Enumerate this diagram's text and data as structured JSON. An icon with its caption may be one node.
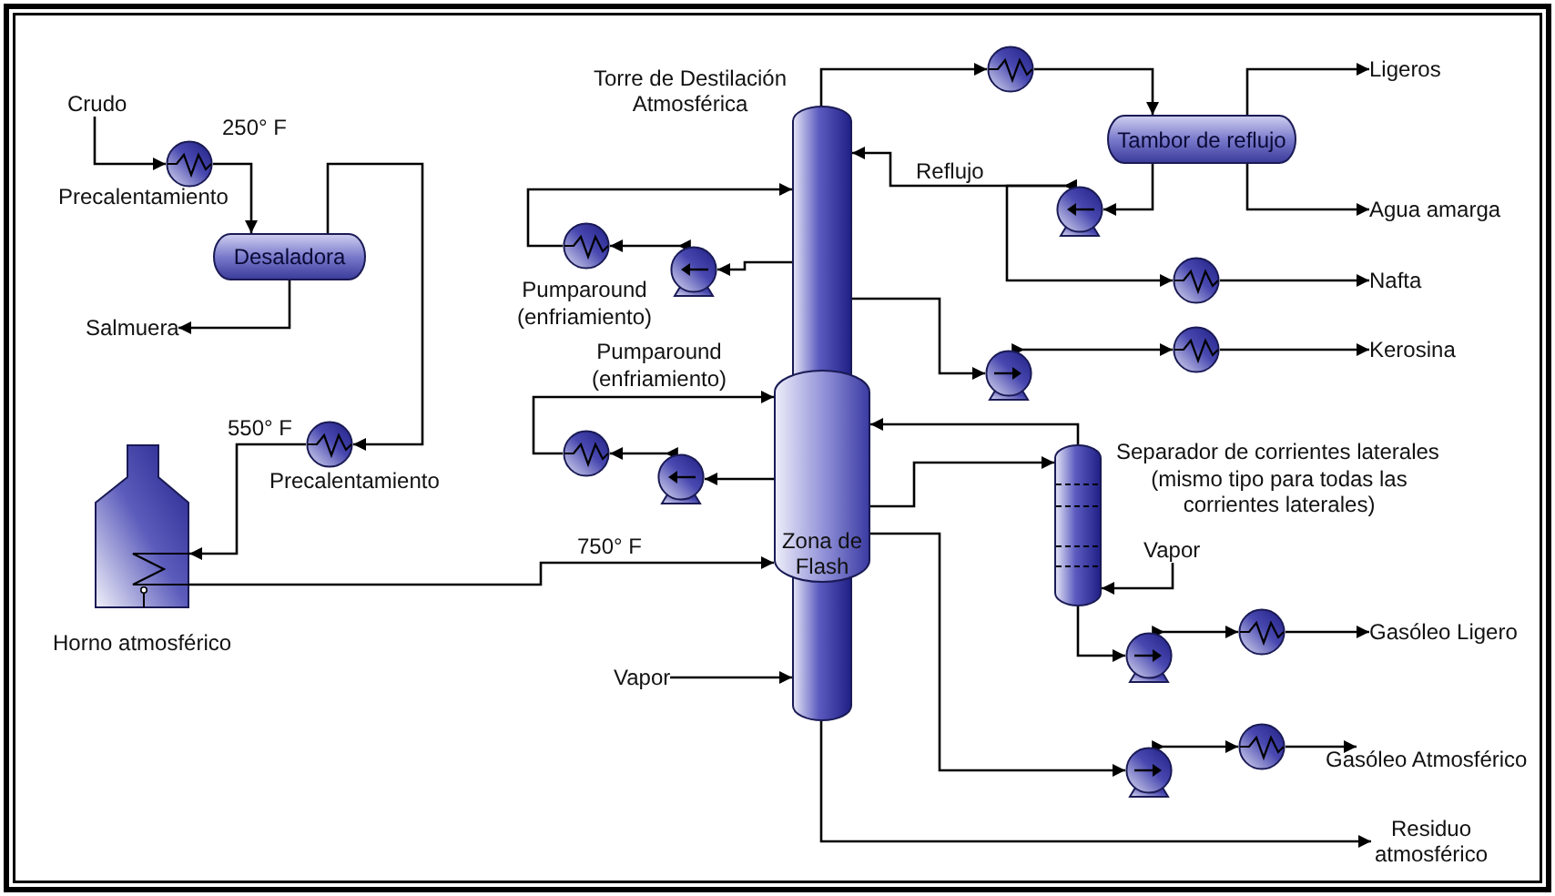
{
  "diagram": {
    "nodes": [
      {
        "text": [
          "Crudo"
        ]
      },
      {
        "text": [
          "Precalentamiento"
        ]
      },
      {
        "text": [
          "Desaladora"
        ]
      },
      {
        "text": [
          "Salmuera"
        ]
      },
      {
        "text": [
          "Precalentamiento"
        ]
      },
      {
        "text": [
          "Horno atmosférico"
        ]
      },
      {
        "text": [
          "Torre de Destilación Atmosférica"
        ]
      },
      {
        "text": [],
        "shape": "picture"
      },
      {
        "text": [
          "Tambor de reflujo"
        ]
      },
      {
        "text": [
          "Ligeros"
        ]
      },
      {
        "text": [
          "Agua amarga"
        ]
      },
      {
        "text": [],
        "shape": "picture"
      },
      {
        "text": [],
        "shape": "picture"
      },
      {
        "text": [
          "Nafta"
        ]
      },
      {
        "text": [],
        "shape": "picture"
      },
      {
        "text": [],
        "shape": "picture"
      },
      {
        "text": [],
        "shape": "picture"
      },
      {
        "text": [],
        "shape": "picture"
      },
      {
        "text": [
          "Kerosina"
        ]
      },
      {
        "text": [
          "Zona de Flash"
        ]
      },
      {
        "text": [],
        "shape": "picture"
      },
      {
        "text": [],
        "shape": "picture"
      },
      {
        "text": [
          "Separador de corrientes laterales",
          "(mismo tipo para todas las corrientes laterales)"
        ]
      },
      {
        "text": [
          "Vapor"
        ]
      },
      {
        "text": [],
        "shape": "picture"
      },
      {
        "text": [],
        "shape": "picture"
      },
      {
        "text": [
          "Gasóleo Ligero"
        ]
      },
      {
        "text": [
          "Vapor"
        ]
      },
      {
        "text": [],
        "shape": "picture"
      },
      {
        "text": [],
        "shape": "picture"
      },
      {
        "text": [
          "Gasóleo Atmosférico"
        ]
      },
      {
        "text": [
          "Residuo atmosférico"
        ]
      }
    ],
    "edges": [
      {
        "from": 0,
        "to": 1,
        "arrow": "to"
      },
      {
        "from": 1,
        "to": 2,
        "arrow": "to",
        "label": "250° F"
      },
      {
        "from": 2,
        "to": 3,
        "arrow": "to"
      },
      {
        "from": 2,
        "to": 4,
        "arrow": "to"
      },
      {
        "from": 4,
        "to": 5,
        "arrow": "to",
        "label": "550° F"
      },
      {
        "from": 5,
        "to": 19,
        "arrow": "to",
        "label": "750° F"
      },
      {
        "from": 6,
        "to": 7,
        "arrow": "to"
      },
      {
        "from": 7,
        "to": 8,
        "arrow": "to"
      },
      {
        "from": 8,
        "to": 9,
        "arrow": "to"
      },
      {
        "from": 8,
        "to": 10,
        "arrow": "to"
      },
      {
        "from": 8,
        "to": 11,
        "arrow": "to"
      },
      {
        "from": 11,
        "to": 6,
        "arrow": "to",
        "label": "Reflujo"
      },
      {
        "from": 11,
        "to": 12,
        "arrow": "to"
      },
      {
        "from": 12,
        "to": 13,
        "arrow": "to"
      },
      {
        "from": 6,
        "to": 15,
        "arrow": "to"
      },
      {
        "from": 15,
        "to": 14,
        "arrow": "to"
      },
      {
        "from": 14,
        "to": 6,
        "arrow": "to"
      },
      {
        "from": 6,
        "to": 16,
        "arrow": "to"
      },
      {
        "from": 16,
        "to": 17,
        "arrow": "to"
      },
      {
        "from": 17,
        "to": 18,
        "arrow": "to"
      },
      {
        "from": 19,
        "to": 21,
        "arrow": "to"
      },
      {
        "from": 21,
        "to": 20,
        "arrow": "to"
      },
      {
        "from": 20,
        "to": 19,
        "arrow": "to"
      },
      {
        "from": 19,
        "to": 22,
        "arrow": "to"
      },
      {
        "from": 22,
        "to": 19,
        "arrow": "to"
      },
      {
        "from": 23,
        "to": 22,
        "arrow": "to"
      },
      {
        "from": 22,
        "to": 24,
        "arrow": "to"
      },
      {
        "from": 24,
        "to": 25,
        "arrow": "to"
      },
      {
        "from": 25,
        "to": 26,
        "arrow": "to"
      },
      {
        "from": 27,
        "to": 6,
        "arrow": "to"
      },
      {
        "from": 19,
        "to": 28,
        "arrow": "to"
      },
      {
        "from": 28,
        "to": 29,
        "arrow": "to"
      },
      {
        "from": 29,
        "to": 30,
        "arrow": "to"
      },
      {
        "from": 6,
        "to": 31,
        "arrow": "to"
      }
    ],
    "labels": [
      "Pumparound (enfriamiento)",
      "Pumparound (enfriamiento)"
    ]
  }
}
